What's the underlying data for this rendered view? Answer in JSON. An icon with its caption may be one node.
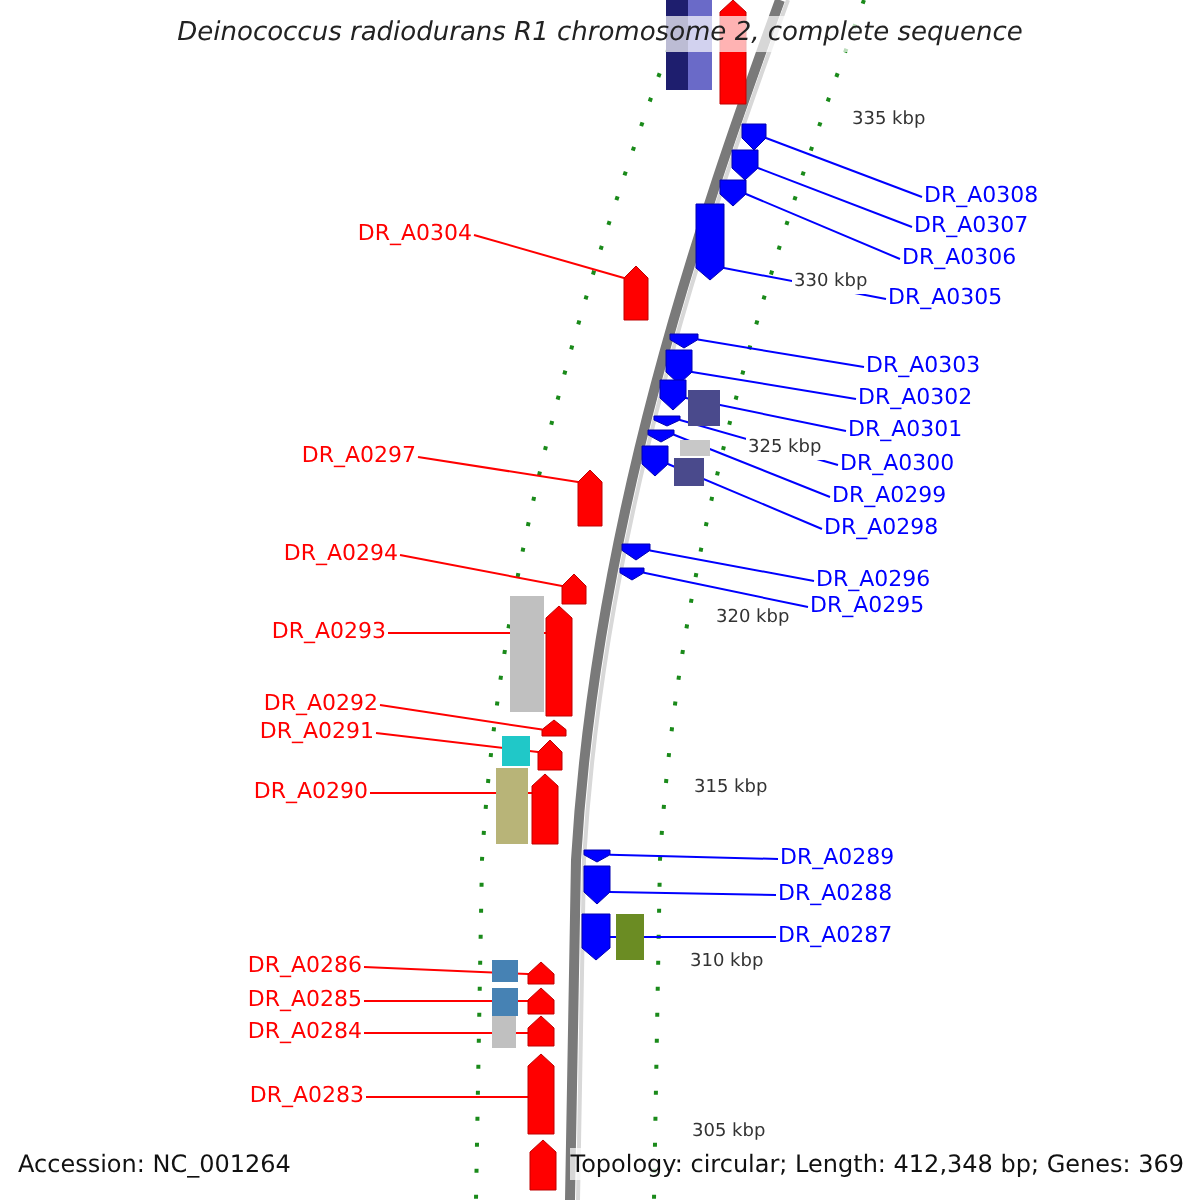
{
  "diagram": {
    "title": "Deinococcus radiodurans R1 chromosome 2, complete sequence",
    "nodes": [
      {
        "text": [
          "DR_A0308"
        ]
      },
      {
        "text": [
          "DR_A0307"
        ]
      },
      {
        "text": [
          "DR_A0304"
        ]
      },
      {
        "text": [
          "DR_A0306"
        ]
      },
      {
        "text": [
          "DR_A0305"
        ]
      },
      {
        "text": [
          "DR_A0303"
        ]
      },
      {
        "text": [
          "DR_A0302"
        ]
      },
      {
        "text": [
          "DR_A0301"
        ]
      },
      {
        "text": [
          "DR_A0297"
        ]
      },
      {
        "text": [
          "DR_A0300"
        ]
      },
      {
        "text": [
          "DR_A0299"
        ]
      },
      {
        "text": [
          "DR_A0298"
        ]
      },
      {
        "text": [
          "DR_A0294"
        ]
      },
      {
        "text": [
          "DR_A0296"
        ]
      },
      {
        "text": [
          "DR_A0295"
        ]
      },
      {
        "text": [
          "DR_A0293"
        ]
      },
      {
        "text": [
          "DR_A0292"
        ]
      },
      {
        "text": [
          "DR_A0291"
        ]
      },
      {
        "text": [
          "DR_A0290"
        ]
      },
      {
        "text": [
          "DR_A0289"
        ]
      },
      {
        "text": [
          "DR_A0288"
        ]
      },
      {
        "text": [
          "DR_A0287"
        ]
      },
      {
        "text": [
          "DR_A0286"
        ]
      },
      {
        "text": [
          "DR_A0285"
        ]
      },
      {
        "text": [
          "DR_A0284"
        ]
      },
      {
        "text": [
          "DR_A0283"
        ]
      },
      {
        "text": [],
        "shape": "pentagon"
      },
      {
        "text": [],
        "shape": "pentagon"
      },
      {
        "text": [],
        "shape": "pentagon"
      },
      {
        "text": [],
        "shape": "pentagon"
      },
      {
        "text": [],
        "shape": "pentagon"
      },
      {
        "text": [],
        "shape": "pentagon"
      },
      {
        "text": [],
        "shape": "pentagon"
      },
      {
        "text": [],
        "shape": "pentagon"
      },
      {
        "text": [],
        "shape": "pentagon"
      },
      {
        "text": [],
        "shape": "pentagon"
      },
      {
        "text": [],
        "shape": "pentagon"
      },
      {
        "text": [],
        "shape": "pentagon"
      },
      {
        "text": [],
        "shape": "pentagon"
      },
      {
        "text": [],
        "shape": "pentagon"
      },
      {
        "text": [],
        "shape": "pentagon"
      },
      {
        "text": [],
        "shape": "pentagon"
      },
      {
        "text": [],
        "shape": "pentagon"
      },
      {
        "text": [],
        "shape": "pentagon"
      },
      {
        "text": [],
        "shape": "pentagon"
      },
      {
        "text": [],
        "shape": "pentagon"
      },
      {
        "text": [],
        "shape": "pentagon"
      },
      {
        "text": [],
        "shape": "pentagon"
      },
      {
        "text": [],
        "shape": "pentagon"
      },
      {
        "text": [],
        "shape": "pentagon"
      },
      {
        "text": [],
        "shape": "pentagon"
      },
      {
        "text": [],
        "shape": "pentagon"
      },
      {
        "text": [],
        "shape": "pentagon"
      },
      {
        "text": [],
        "shape": "pentagon"
      }
    ],
    "edges": [
      {
        "from": 0,
        "to": 27,
        "arrow": "none"
      },
      {
        "from": 1,
        "to": 28,
        "arrow": "none"
      },
      {
        "from": 2,
        "to": 31,
        "arrow": "none",
        "color": "#ff0000"
      },
      {
        "from": 3,
        "to": 29,
        "arrow": "none"
      },
      {
        "from": 4,
        "to": 30,
        "arrow": "none"
      },
      {
        "from": 5,
        "to": 32,
        "arrow": "none"
      },
      {
        "from": 6,
        "to": 33,
        "arrow": "none"
      },
      {
        "from": 7,
        "to": 34,
        "arrow": "none"
      },
      {
        "from": 8,
        "to": 38,
        "arrow": "none",
        "color": "#ff0000"
      },
      {
        "from": 9,
        "to": 35,
        "arrow": "none"
      },
      {
        "from": 10,
        "to": 36,
        "arrow": "none"
      },
      {
        "from": 11,
        "to": 37,
        "arrow": "none"
      },
      {
        "from": 12,
        "to": 41,
        "arrow": "none",
        "color": "#ff0000"
      },
      {
        "from": 13,
        "to": 39,
        "arrow": "none"
      },
      {
        "from": 14,
        "to": 40,
        "arrow": "none"
      },
      {
        "from": 15,
        "to": 42,
        "arrow": "none",
        "color": "#ff0000"
      },
      {
        "from": 16,
        "to": 43,
        "arrow": "none",
        "color": "#ff0000"
      },
      {
        "from": 17,
        "to": 44,
        "arrow": "none",
        "color": "#ff0000"
      },
      {
        "from": 18,
        "to": 45,
        "arrow": "none",
        "color": "#ff0000"
      },
      {
        "from": 19,
        "to": 46,
        "arrow": "none"
      },
      {
        "from": 20,
        "to": 47,
        "arrow": "none"
      },
      {
        "from": 21,
        "to": 48,
        "arrow": "none"
      },
      {
        "from": 22,
        "to": 49,
        "arrow": "none",
        "color": "#ff0000"
      },
      {
        "from": 23,
        "to": 50,
        "arrow": "none",
        "color": "#ff0000"
      },
      {
        "from": 24,
        "to": 51,
        "arrow": "none",
        "color": "#ff0000"
      },
      {
        "from": 25,
        "to": 52,
        "arrow": "none",
        "color": "#ff0000"
      }
    ],
    "labels": [
      "335 kbp",
      "330 kbp",
      "325 kbp",
      "320 kbp",
      "315 kbp",
      "310 kbp",
      "305 kbp",
      "Accession: NC_001264",
      "Topology: circular; Length: 412,348 bp; Genes: 369"
    ]
  }
}
